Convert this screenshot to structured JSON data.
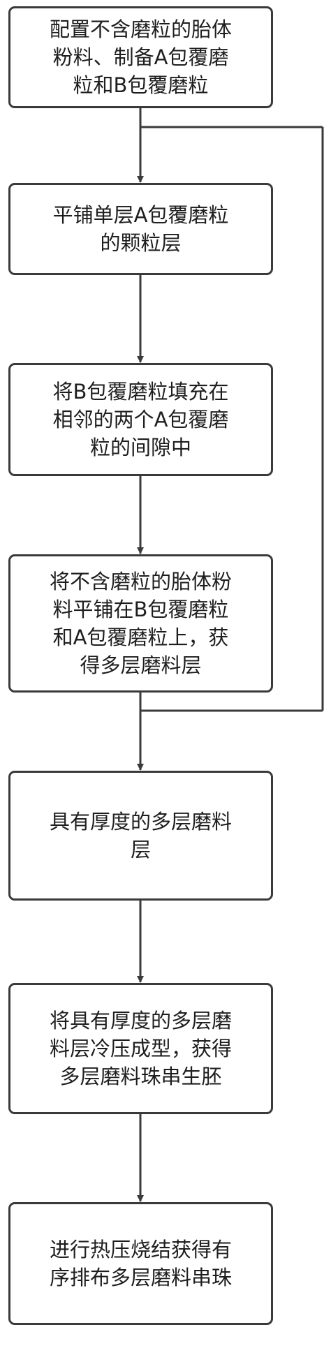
{
  "diagram": {
    "steps": [
      {
        "id": "s1",
        "text": "配置不含磨粒的胎体\n粉料、制备A包覆磨\n粒和B包覆磨粒"
      },
      {
        "id": "s2",
        "text": "平铺单层A包覆磨粒\n的颗粒层"
      },
      {
        "id": "s3",
        "text": "将B包覆磨粒填充在\n相邻的两个A包覆磨\n粒的间隙中"
      },
      {
        "id": "s4",
        "text": "将不含磨粒的胎体粉\n料平铺在B包覆磨粒\n和A包覆磨粒上，获\n得多层磨料层"
      },
      {
        "id": "s5",
        "text": "具有厚度的多层磨料\n层"
      },
      {
        "id": "s6",
        "text": "将具有厚度的多层磨\n料层冷压成型，获得\n多层磨料珠串生胚"
      },
      {
        "id": "s7",
        "text": "进行热压烧结获得有\n序排布多层磨料串珠"
      }
    ],
    "colors": {
      "line": "#3a3a3a",
      "border": "#3a3a3a",
      "text": "#1e1e1e"
    }
  }
}
